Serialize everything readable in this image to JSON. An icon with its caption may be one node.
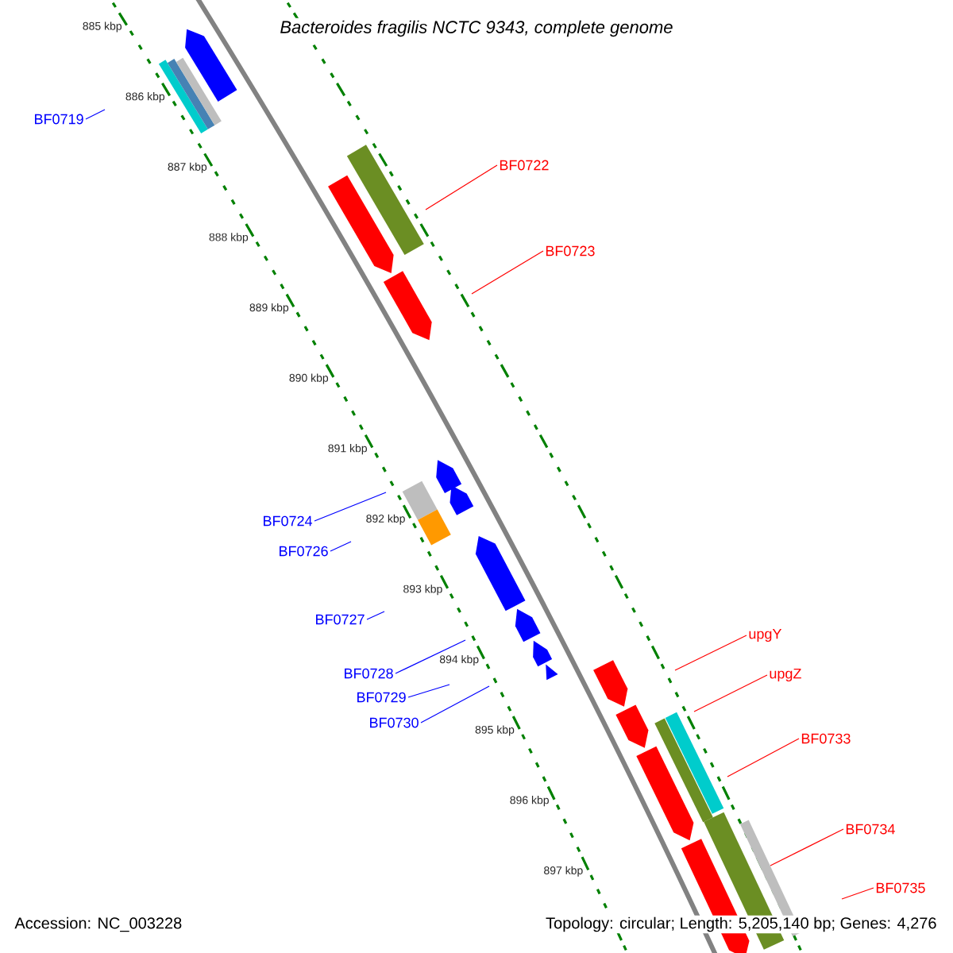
{
  "diagram": {
    "title": "*Bacteroides fragilis* NCTC 9343, complete genome",
    "nodes": [
      {
        "text": [
          "BF0719"
        ]
      },
      {
        "text": [
          "BF0722"
        ]
      },
      {
        "text": [
          "BF0723"
        ]
      },
      {
        "text": [
          "BF0724"
        ]
      },
      {
        "text": [
          "BF0726"
        ]
      },
      {
        "text": [
          "BF0727"
        ]
      },
      {
        "text": [
          "BF0728"
        ]
      },
      {
        "text": [
          "BF0729"
        ]
      },
      {
        "text": [
          "BF0730"
        ]
      },
      {
        "text": [
          "upgY"
        ]
      },
      {
        "text": [
          "upgZ"
        ]
      },
      {
        "text": [
          "BF0733"
        ]
      },
      {
        "text": [
          "BF0734"
        ]
      },
      {
        "text": [
          "BF0735"
        ]
      }
    ],
    "edges": [
      {
        "from": 0,
        "to": null,
        "arrow": "none"
      },
      {
        "from": 1,
        "to": null,
        "arrow": "none",
        "color": "#ff0000"
      },
      {
        "from": 2,
        "to": null,
        "arrow": "none",
        "color": "#ff0000"
      },
      {
        "from": 3,
        "to": null,
        "arrow": "none"
      },
      {
        "from": 4,
        "to": null,
        "arrow": "none"
      },
      {
        "from": 5,
        "to": null,
        "arrow": "none"
      },
      {
        "from": 6,
        "to": null,
        "arrow": "none"
      },
      {
        "from": 7,
        "to": null,
        "arrow": "none"
      },
      {
        "from": 8,
        "to": null,
        "arrow": "none"
      },
      {
        "from": 9,
        "to": null,
        "arrow": "none",
        "color": "#ff0000"
      },
      {
        "from": 10,
        "to": null,
        "arrow": "none",
        "color": "#ff0000"
      },
      {
        "from": 11,
        "to": null,
        "arrow": "none",
        "color": "#ff0000"
      },
      {
        "from": 12,
        "to": null,
        "arrow": "none",
        "color": "#ff0000"
      },
      {
        "from": 13,
        "to": null,
        "arrow": "none",
        "color": "#ff0000"
      }
    ],
    "labels": [
      "885 kbp",
      "886 kbp",
      "887 kbp",
      "888 kbp",
      "889 kbp",
      "890 kbp",
      "891 kbp",
      "892 kbp",
      "893 kbp",
      "894 kbp",
      "895 kbp",
      "896 kbp",
      "897 kbp",
      "Accession: NC_003228",
      "Topology: circular; Length: 5,205,140 bp; Genes: 4,276"
    ]
  }
}
